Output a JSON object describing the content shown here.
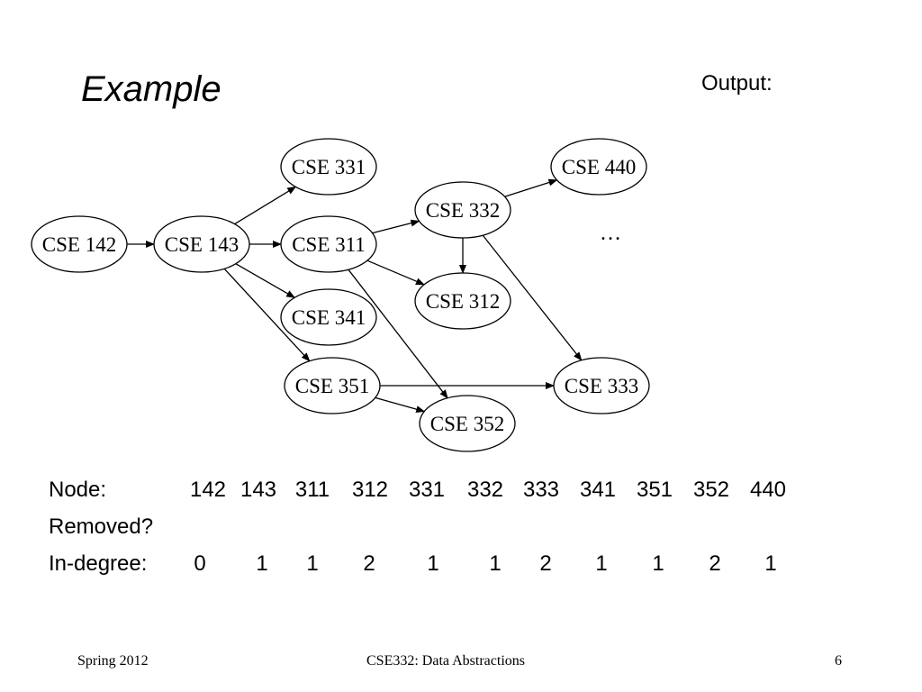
{
  "slide": {
    "title": "Example",
    "output_label": "Output:",
    "ellipsis": "…"
  },
  "graph": {
    "nodes": [
      {
        "id": "142",
        "label": "CSE 142"
      },
      {
        "id": "143",
        "label": "CSE 143"
      },
      {
        "id": "331",
        "label": "CSE 331"
      },
      {
        "id": "311",
        "label": "CSE 311"
      },
      {
        "id": "341",
        "label": "CSE 341"
      },
      {
        "id": "351",
        "label": "CSE 351"
      },
      {
        "id": "332",
        "label": "CSE 332"
      },
      {
        "id": "312",
        "label": "CSE 312"
      },
      {
        "id": "352",
        "label": "CSE 352"
      },
      {
        "id": "440",
        "label": "CSE 440"
      },
      {
        "id": "333",
        "label": "CSE 333"
      }
    ],
    "edges": [
      [
        "142",
        "143"
      ],
      [
        "143",
        "331"
      ],
      [
        "143",
        "311"
      ],
      [
        "143",
        "341"
      ],
      [
        "143",
        "351"
      ],
      [
        "311",
        "332"
      ],
      [
        "311",
        "312"
      ],
      [
        "311",
        "352"
      ],
      [
        "332",
        "440"
      ],
      [
        "332",
        "312"
      ],
      [
        "332",
        "333"
      ],
      [
        "351",
        "333"
      ],
      [
        "351",
        "352"
      ]
    ]
  },
  "table": {
    "node_label": "Node:",
    "removed_label": "Removed?",
    "indegree_label": "In-degree:",
    "nodes": [
      "142",
      "143",
      "311",
      "312",
      "331",
      "332",
      "333",
      "341",
      "351",
      "352",
      "440"
    ],
    "indegrees": [
      "0",
      "1",
      "1",
      "2",
      "1",
      "1",
      "2",
      "1",
      "1",
      "2",
      "1"
    ]
  },
  "footer": {
    "left": "Spring 2012",
    "center": "CSE332: Data Abstractions",
    "right": "6"
  }
}
